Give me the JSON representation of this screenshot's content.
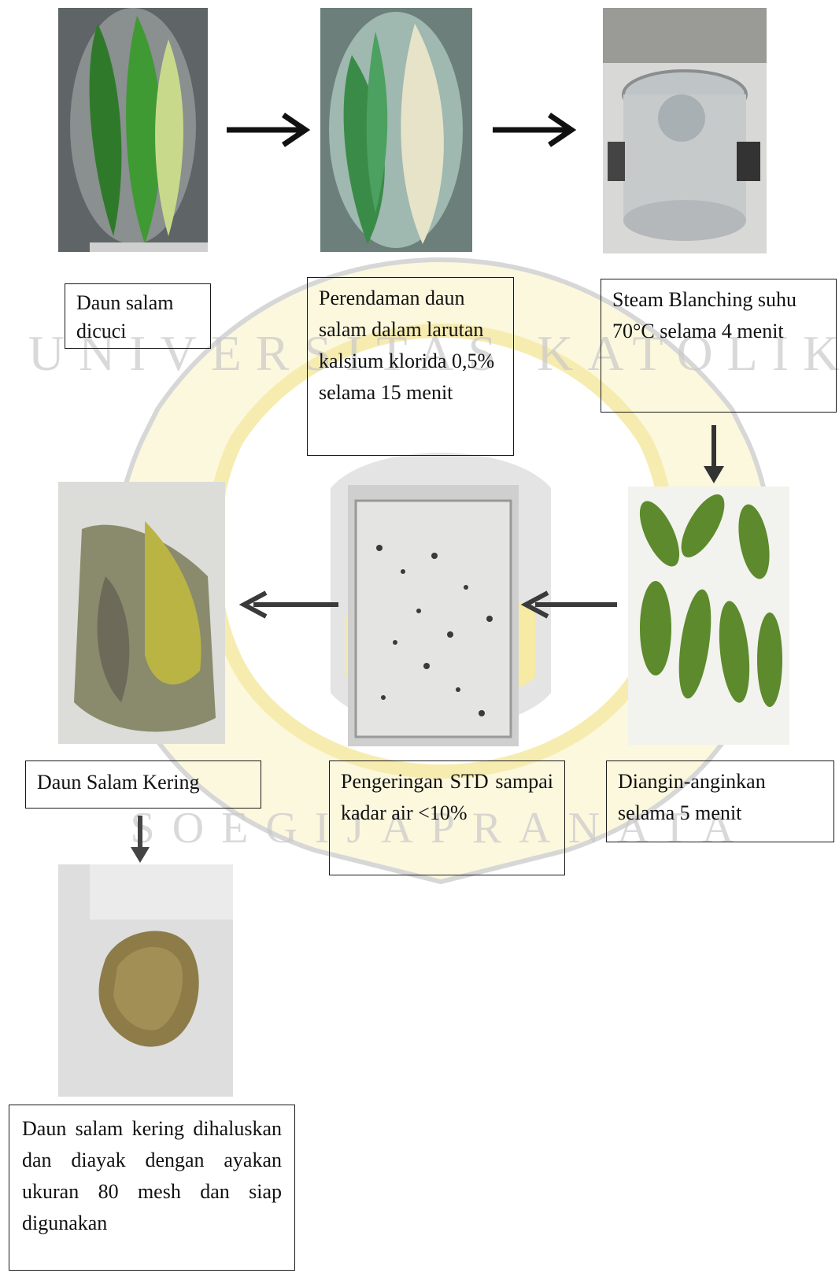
{
  "steps": [
    {
      "id": "wash",
      "label": "Daun salam dicuci",
      "photo": "washed-bay-leaves-photo"
    },
    {
      "id": "soak",
      "label": "Perendaman daun salam dalam larutan kalsium klorida 0,5% selama 15 menit",
      "photo": "soaking-leaves-photo"
    },
    {
      "id": "blanch",
      "label": "Steam Blanching suhu 70°C selama 4 menit",
      "photo": "steam-blancher-photo"
    },
    {
      "id": "air",
      "label": "Diangin-anginkan selama 5 menit",
      "photo": "air-drying-leaves-photo"
    },
    {
      "id": "dry",
      "label": "Pengeringan STD sampai kadar air <10%",
      "photo": "tray-dryer-photo"
    },
    {
      "id": "dried",
      "label": "Daun Salam Kering",
      "photo": "dried-leaves-photo"
    },
    {
      "id": "powder",
      "label": "Daun salam kering dihaluskan dan diayak dengan ayakan ukuran 80 mesh dan siap digunakan",
      "photo": "leaf-powder-photo"
    }
  ],
  "watermark": {
    "top_text": "UNIVERSITAS KATOLIK",
    "bottom_text": "SOEGIJAPRANATA",
    "color": "#f4e27a"
  },
  "colors": {
    "arrow": "#111111",
    "arrow_gray": "#3a3a3a",
    "leaf": "#4f8f2a",
    "box_border": "#1a1a1a"
  }
}
